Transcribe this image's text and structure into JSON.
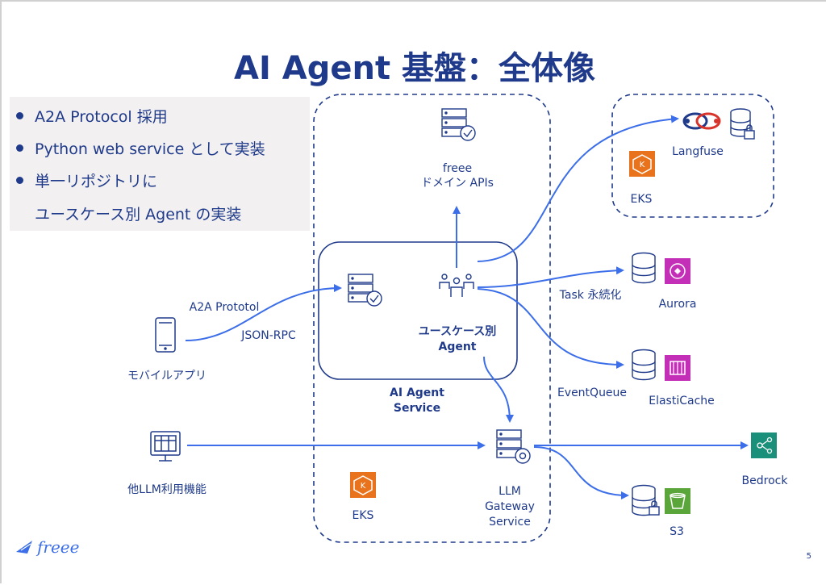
{
  "title": "AI Agent 基盤：全体像",
  "bullets": [
    "A2A Protocol 採用",
    "Python web service として実装",
    "単一リポジトリに",
    "ユースケース別 Agent の実装"
  ],
  "nodes": {
    "mobile_app": "モバイルアプリ",
    "other_llm": "他LLM利用機能",
    "freee_apis_line1": "freee",
    "freee_apis_line2": "ドメイン APIs",
    "usecase_agent_line1": "ユースケース別",
    "usecase_agent_line2": "Agent",
    "ai_agent_service_line1": "AI Agent",
    "ai_agent_service_line2": "Service",
    "eks_main": "EKS",
    "llm_gateway_line1": "LLM",
    "llm_gateway_line2": "Gateway",
    "llm_gateway_line3": "Service",
    "langfuse": "Langfuse",
    "eks_langfuse": "EKS",
    "aurora": "Aurora",
    "elasticache": "ElastiCache",
    "bedrock": "Bedrock",
    "s3": "S3"
  },
  "edge_labels": {
    "a2a": "A2A Prototol",
    "jsonrpc": "JSON-RPC",
    "task": "Task 永続化",
    "event_queue": "EventQueue"
  },
  "colors": {
    "primary": "#1f3a8a",
    "arrow": "#3b6ee8",
    "aws_orange": "#e8731c",
    "aws_magenta": "#c42fb7",
    "aws_teal": "#1a8f7a",
    "aws_green": "#5aa63a"
  },
  "logo_text": "freee",
  "page_number": "5"
}
